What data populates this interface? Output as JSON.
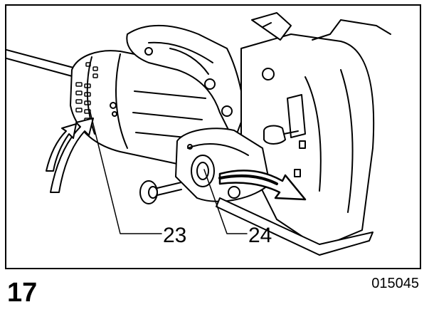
{
  "figure": {
    "number": "17",
    "code": "015045"
  },
  "callouts": [
    {
      "id": "23",
      "text": "23"
    },
    {
      "id": "24",
      "text": "24"
    }
  ],
  "colors": {
    "ink": "#000000",
    "paper": "#ffffff"
  }
}
